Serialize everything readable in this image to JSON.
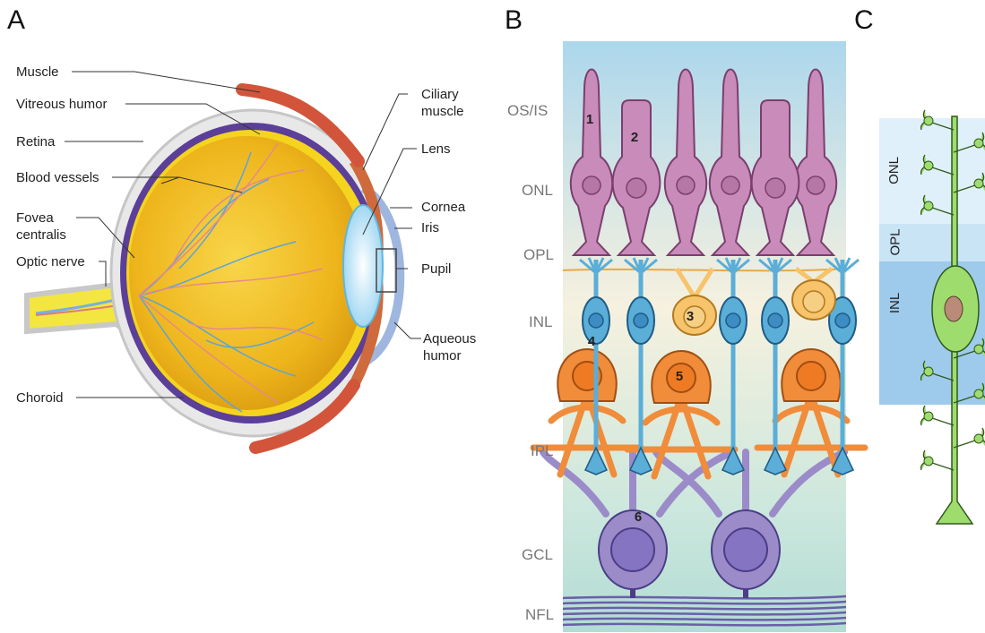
{
  "panels": {
    "a": "A",
    "b": "B",
    "c": "C"
  },
  "eye_labels": {
    "muscle": "Muscle",
    "vitreous": "Vitreous humor",
    "retina": "Retina",
    "vessels": "Blood vessels",
    "fovea_1": "Fovea",
    "fovea_2": "centralis",
    "optic": "Optic nerve",
    "choroid": "Choroid",
    "ciliary_1": "Ciliary",
    "ciliary_2": "muscle",
    "lens": "Lens",
    "cornea": "Cornea",
    "iris": "Iris",
    "pupil": "Pupil",
    "aqueous_1": "Aqueous",
    "aqueous_2": "humor"
  },
  "retina_layers": {
    "os_is": "OS/IS",
    "onl": "ONL",
    "opl": "OPL",
    "inl": "INL",
    "ipl": "IPL",
    "gcl": "GCL",
    "nfl": "NFL"
  },
  "cell_numbers": [
    "1",
    "2",
    "3",
    "4",
    "5",
    "6"
  ],
  "muller_layers": {
    "onl": "ONL",
    "opl": "OPL",
    "inl": "INL"
  },
  "colors": {
    "photoreceptor": "#c98bb9",
    "bipolar": "#5aaed8",
    "horizontal": "#f7c36b",
    "amacrine": "#f08c3a",
    "ganglion": "#9b8bc8",
    "muller": "#9fdc6e",
    "eyeball": "#f3c220"
  }
}
